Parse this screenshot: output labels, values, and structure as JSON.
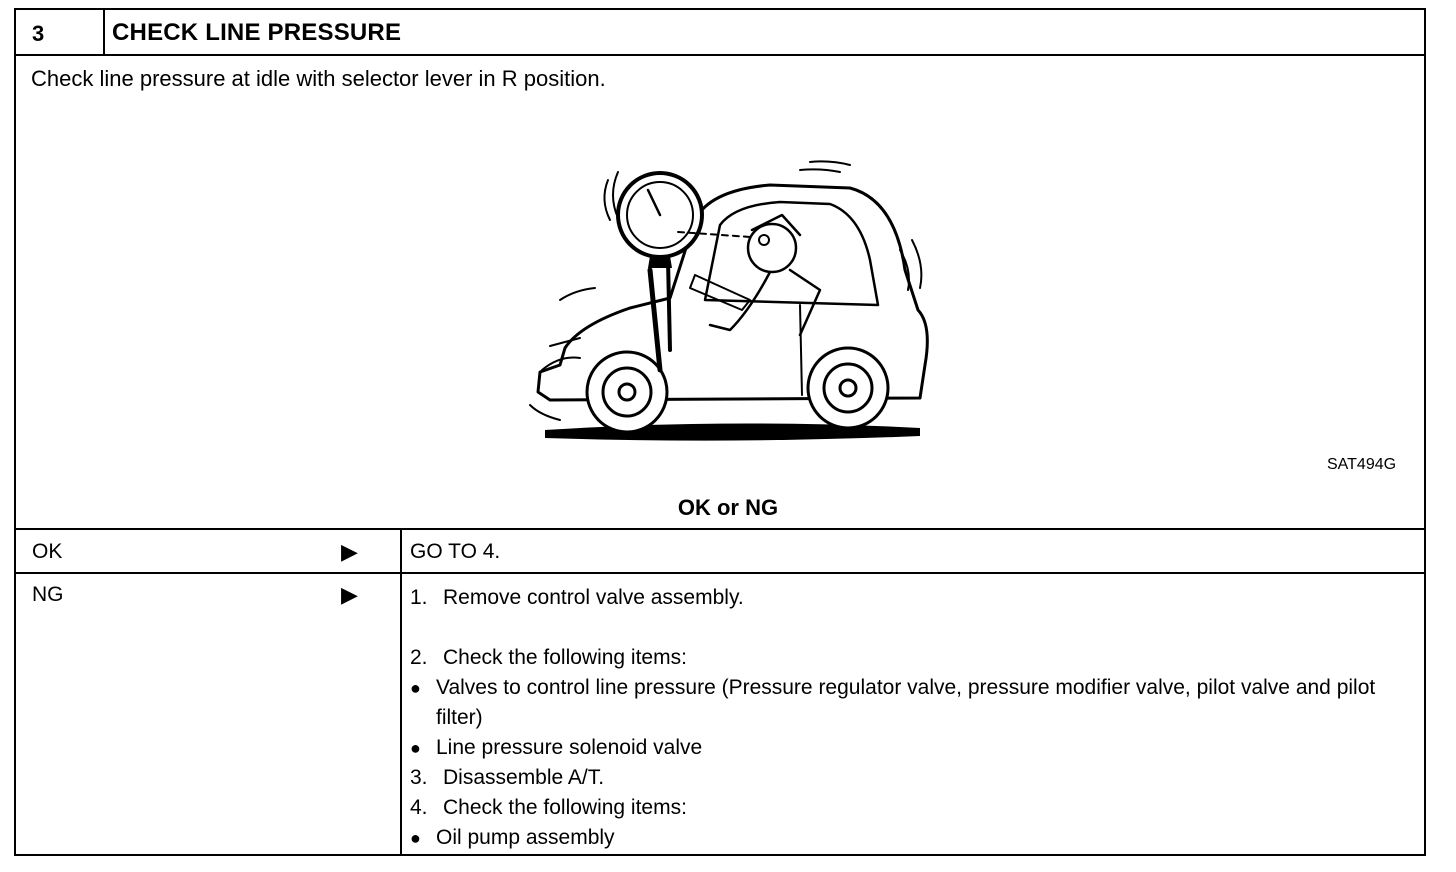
{
  "step": {
    "number": "3",
    "title": "CHECK LINE PRESSURE"
  },
  "instruction": "Check line pressure at idle with selector lever in R position.",
  "figure": {
    "id": "SAT494G",
    "icon": "pressure-gauge-car-illustration"
  },
  "decision_label": "OK or NG",
  "rows": [
    {
      "condition": "OK",
      "arrow": "▶",
      "result": "GO TO 4."
    },
    {
      "condition": "NG",
      "arrow": "▶",
      "actions": [
        {
          "marker": "1.",
          "text": "Remove control valve assembly."
        },
        {
          "marker": "2.",
          "text": "Check the following items:"
        },
        {
          "marker": "●",
          "text": "Valves to control line pressure (Pressure regulator valve, pressure modifier valve, pilot valve and pilot filter)"
        },
        {
          "marker": "●",
          "text": "Line pressure solenoid valve"
        },
        {
          "marker": "3.",
          "text": "Disassemble A/T."
        },
        {
          "marker": "4.",
          "text": "Check the following items:"
        },
        {
          "marker": "●",
          "text": "Oil pump assembly"
        }
      ]
    }
  ]
}
